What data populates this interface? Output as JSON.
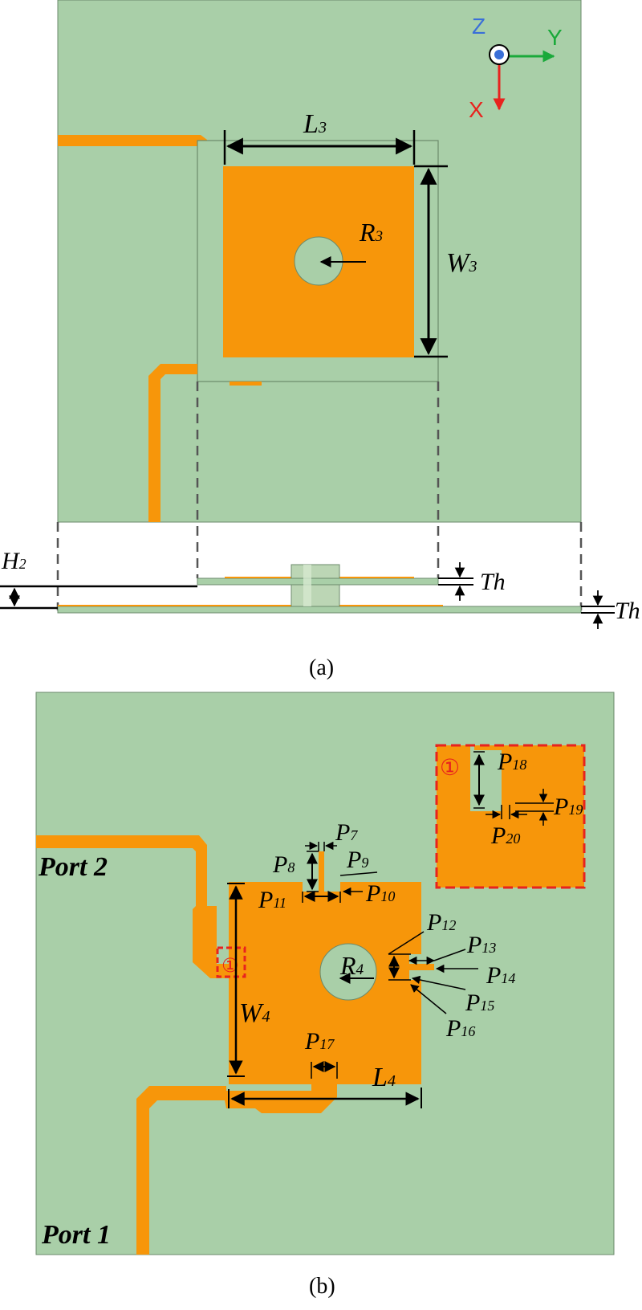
{
  "colors": {
    "substrate": "#a9cfa8",
    "copper": "#f7960a",
    "outline": "#6b8a6b",
    "marker": "#e8231e",
    "axis_x": "#e8231e",
    "axis_y": "#1aa93a",
    "axis_z": "#3a6fd8"
  },
  "figure_a": {
    "caption": "(a)",
    "axes": {
      "x": "X",
      "y": "Y",
      "z": "Z"
    },
    "dims": {
      "L3": {
        "main": "L",
        "sub": "3"
      },
      "W3": {
        "main": "W",
        "sub": "3"
      },
      "R3": {
        "main": "R",
        "sub": "3"
      },
      "H2": {
        "main": "H",
        "sub": "2"
      },
      "Th1": "Th",
      "Th2": "Th"
    }
  },
  "figure_b": {
    "caption": "(b)",
    "ports": {
      "port1": "Port 1",
      "port2": "Port 2"
    },
    "marker": "①",
    "dims": {
      "W4": {
        "main": "W",
        "sub": "4"
      },
      "L4": {
        "main": "L",
        "sub": "4"
      },
      "R4": {
        "main": "R",
        "sub": "4"
      },
      "P7": {
        "main": "P",
        "sub": "7"
      },
      "P8": {
        "main": "P",
        "sub": "8"
      },
      "P9": {
        "main": "P",
        "sub": "9"
      },
      "P10": {
        "main": "P",
        "sub": "10"
      },
      "P11": {
        "main": "P",
        "sub": "11"
      },
      "P12": {
        "main": "P",
        "sub": "12"
      },
      "P13": {
        "main": "P",
        "sub": "13"
      },
      "P14": {
        "main": "P",
        "sub": "14"
      },
      "P15": {
        "main": "P",
        "sub": "15"
      },
      "P16": {
        "main": "P",
        "sub": "16"
      },
      "P17": {
        "main": "P",
        "sub": "17"
      },
      "P18": {
        "main": "P",
        "sub": "18"
      },
      "P19": {
        "main": "P",
        "sub": "19"
      },
      "P20": {
        "main": "P",
        "sub": "20"
      }
    }
  }
}
